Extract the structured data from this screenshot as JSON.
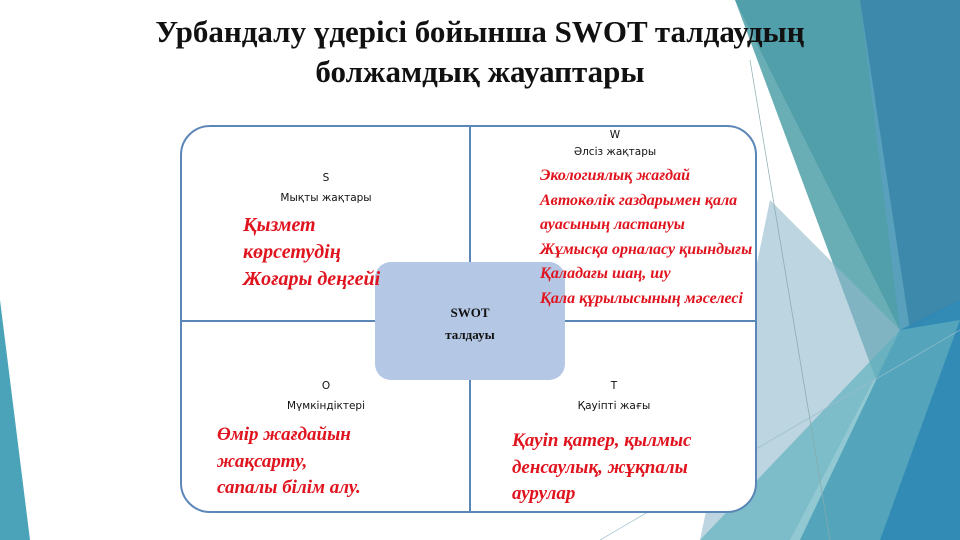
{
  "title": {
    "line1": "Урбандалу үдерісі бойынша SWOT талдаудың",
    "line2": "болжамдық жауаптары"
  },
  "center": {
    "line1": "SWOT",
    "line2": "талдауы"
  },
  "quadrants": {
    "s": {
      "letter": "S",
      "label": "Мықты жақтары",
      "items": [
        "Қызмет",
        "көрсетудің",
        "Жоғары деңгейі"
      ]
    },
    "w": {
      "letter": "W",
      "label": "Әлсіз жақтары",
      "items": [
        "Экологиялық жағдай",
        "Автокөлік газдарымен қала",
        "ауасының ластануы",
        "Жұмысқа орналасу қиындығы",
        "Қаладағы шаң, шу",
        "Қала құрылысының мәселесі"
      ]
    },
    "o": {
      "letter": "O",
      "label": "Мүмкіндіктері",
      "items": [
        "Өмір жағдайын",
        "жақсарту,",
        "сапалы білім алу."
      ]
    },
    "t": {
      "letter": "T",
      "label": "Қауіпті жағы",
      "items": [
        "Қауіп қатер, қылмыс",
        "денсаулық, жұқпалы",
        "аурулар"
      ]
    }
  },
  "colors": {
    "accent_red": "#e0141e",
    "frame_blue": "#5b86b8",
    "center_fill": "#b4c7e4",
    "teal": "#3f93ad"
  }
}
